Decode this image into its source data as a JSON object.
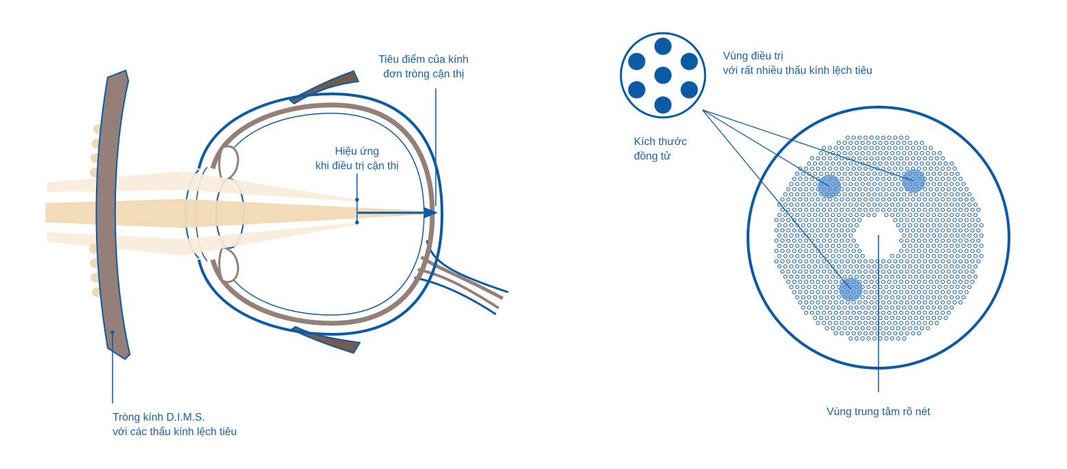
{
  "colors": {
    "blue": "#0a5aa5",
    "light_blue": "#5a91cd",
    "text_blue": "#1e5fa3",
    "lens_brown": "#948079",
    "lid_brown": "#725a4f",
    "beam": "#f0d9b5",
    "beam_faint": "#f8ecd9"
  },
  "labels": {
    "single_vision_focus": {
      "line1": "Tiêu điểm của kính",
      "line2": "đơn tròng cận thị"
    },
    "myopia_effect": {
      "line1": "Hiệu ứng",
      "line2": "khi điều trị cận thị"
    },
    "dims_lens": {
      "line1": "Tròng kính D.I.M.S.",
      "line2": "với các thấu kính lệch tiêu"
    },
    "treatment_zone": {
      "line1": "Vùng điều trị",
      "line2": "với rất nhiều thấu kính lệch tiêu"
    },
    "pupil_size": {
      "line1": "Kích thước",
      "line2": "đồng tử"
    },
    "central_clear_zone": {
      "line1": "Vùng trung tâm rõ nét"
    }
  }
}
